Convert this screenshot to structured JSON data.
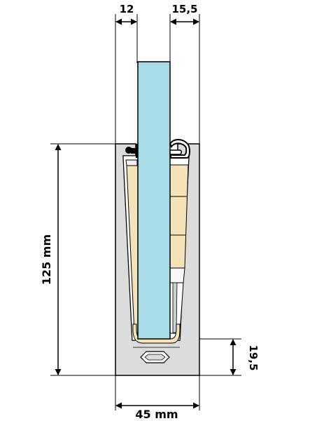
{
  "dimensions": {
    "glass_thickness": "12",
    "top_right_gap": "15,5",
    "profile_height": "125 mm",
    "bottom_base_height": "19,5",
    "profile_width": "45 mm"
  },
  "colors": {
    "glass": "#a8dbe8",
    "profile": "#dcdcdc",
    "insert": "#f3e3b8",
    "outline": "#000000"
  }
}
